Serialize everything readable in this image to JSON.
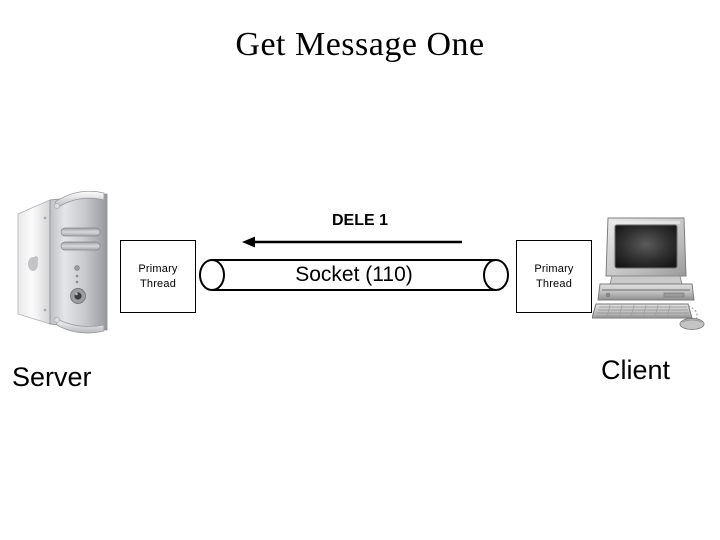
{
  "slide": {
    "title": "Get Message One",
    "background": "#ffffff",
    "ink": "#000000"
  },
  "diagram": {
    "type": "client-server-socket",
    "server": {
      "caption": "Server",
      "thread_label_line1": "Primary",
      "thread_label_line2": "Thread",
      "machine_icon": "desktop-tower-icon"
    },
    "client": {
      "caption": "Client",
      "thread_label_line1": "Primary",
      "thread_label_line2": "Thread",
      "machine_icon": "desktop-computer-icon"
    },
    "channel": {
      "label": "Socket (110)",
      "shape_icon": "cylinder-pipe-icon"
    },
    "message": {
      "label": "DELE 1",
      "direction": "client-to-server",
      "arrow_icon": "arrow-left-icon"
    }
  }
}
